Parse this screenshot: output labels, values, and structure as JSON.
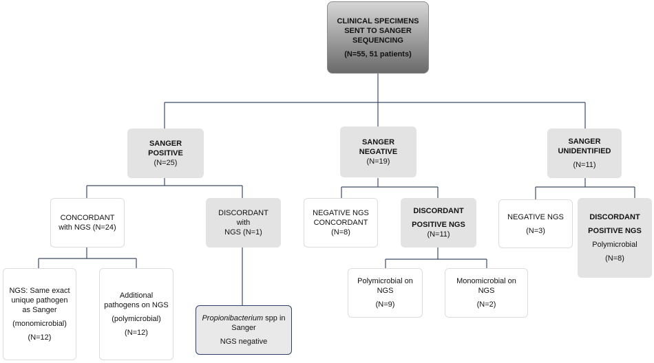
{
  "root": {
    "lines": [
      "CLINICAL SPECIMENS",
      "SENT TO SANGER",
      "SEQUENCING"
    ],
    "count": "(N=55, 51 patients)"
  },
  "positive": {
    "title": "SANGER POSITIVE",
    "count": "(N=25)"
  },
  "negative": {
    "title": "SANGER NEGATIVE",
    "count": "(N=19)"
  },
  "unidentified": {
    "title": [
      "SANGER",
      "UNIDENTIFIED"
    ],
    "count": "(N=11)"
  },
  "concordant": {
    "lines": [
      "CONCORDANT",
      "with NGS (N=24)"
    ]
  },
  "discordant_pos": {
    "lines": [
      "DISCORDANT with",
      "NGS (N=1)"
    ]
  },
  "neg_concordant": {
    "lines": [
      "NEGATIVE NGS",
      "CONCORDANT",
      "(N=8)"
    ]
  },
  "neg_discordant": {
    "lines": [
      "DISCORDANT",
      "POSITIVE NGS",
      "(N=11)"
    ]
  },
  "unid_negative": {
    "lines": [
      "NEGATIVE NGS",
      "(N=3)"
    ]
  },
  "unid_discordant": {
    "lines": [
      "DISCORDANT",
      "POSITIVE NGS",
      "Polymicrobial",
      "(N=8)"
    ]
  },
  "same_pathogen": {
    "lines": [
      "NGS: Same exact",
      "unique pathogen",
      "as Sanger"
    ],
    "type": "(monomicrobial)",
    "count": "(N=12)"
  },
  "additional": {
    "lines": [
      "Additional",
      "pathogens on NGS"
    ],
    "type": "(polymicrobial)",
    "count": "(N=12)"
  },
  "propioni": {
    "organism": "Propionibacterium",
    "suffix": " spp in",
    "line2": "Sanger",
    "line3": "NGS negative"
  },
  "poly": {
    "lines": [
      "Polymicrobial on",
      "NGS"
    ],
    "count": "(N=9)"
  },
  "mono": {
    "lines": [
      "Monomicrobial on",
      "NGS"
    ],
    "count": "(N=2)"
  }
}
